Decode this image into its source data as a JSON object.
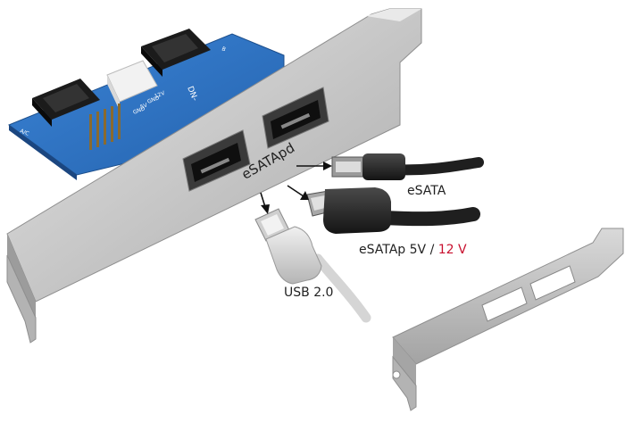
{
  "card": {
    "brand_mark": "DN-",
    "pcb_silkscreen": [
      "GND",
      "5V",
      "GND",
      "12V"
    ],
    "port_left": "A/C",
    "port_right": "B"
  },
  "labels": {
    "esata_pd": "eSATApd",
    "esata": "eSATA",
    "esatap_prefix": "eSATAp 5V / ",
    "esatap_voltage": "12 V",
    "usb": "USB 2.0"
  },
  "colors": {
    "bracket": "#c9c9c9",
    "pcb": "#2f74c8",
    "voltage_text": "#c8102e",
    "cable_black": "#1f1f1f",
    "cable_grey": "#d8d8d8"
  }
}
